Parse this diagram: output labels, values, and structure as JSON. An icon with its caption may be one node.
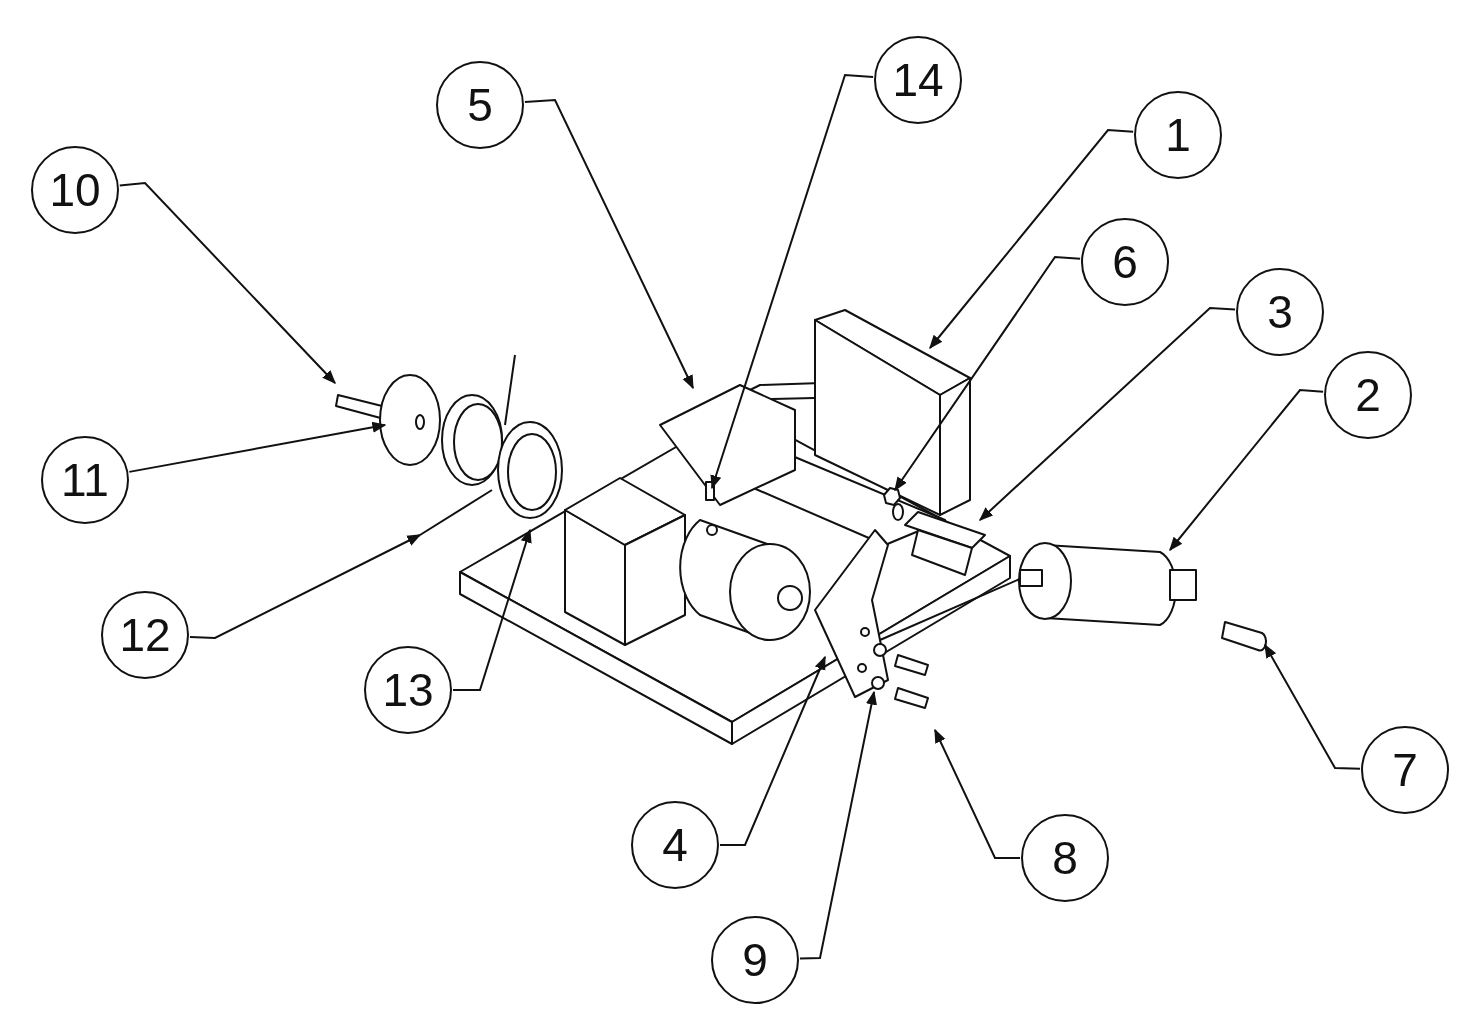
{
  "diagram": {
    "nodes": [
      {
        "text": [
          "14"
        ]
      },
      {
        "text": [
          "5"
        ]
      },
      {
        "text": [
          "1"
        ]
      },
      {
        "text": [
          "10"
        ]
      },
      {
        "text": [
          "6"
        ]
      },
      {
        "text": [
          "3"
        ]
      },
      {
        "text": [
          "2"
        ]
      },
      {
        "text": [
          "11"
        ]
      },
      {
        "text": [
          "12"
        ]
      },
      {
        "text": [
          "13"
        ]
      },
      {
        "text": [
          "7"
        ]
      },
      {
        "text": [
          "4"
        ]
      },
      {
        "text": [
          "8"
        ]
      },
      {
        "text": [
          "9"
        ]
      }
    ],
    "edges": [
      {
        "from": 0,
        "to": null,
        "arrow": "to"
      },
      {
        "from": 1,
        "to": null,
        "arrow": "to"
      },
      {
        "from": 2,
        "to": null,
        "arrow": "to"
      },
      {
        "from": 3,
        "to": null,
        "arrow": "to"
      },
      {
        "from": 4,
        "to": null,
        "arrow": "to"
      },
      {
        "from": 5,
        "to": null,
        "arrow": "to"
      },
      {
        "from": 6,
        "to": null,
        "arrow": "to"
      },
      {
        "from": 7,
        "to": null,
        "arrow": "to"
      },
      {
        "from": 8,
        "to": null,
        "arrow": "to"
      },
      {
        "from": 9,
        "to": null,
        "arrow": "to"
      },
      {
        "from": 10,
        "to": null,
        "arrow": "to"
      },
      {
        "from": 11,
        "to": null,
        "arrow": "to"
      },
      {
        "from": 12,
        "to": null,
        "arrow": "to"
      },
      {
        "from": 13,
        "to": null,
        "arrow": "to"
      }
    ]
  }
}
